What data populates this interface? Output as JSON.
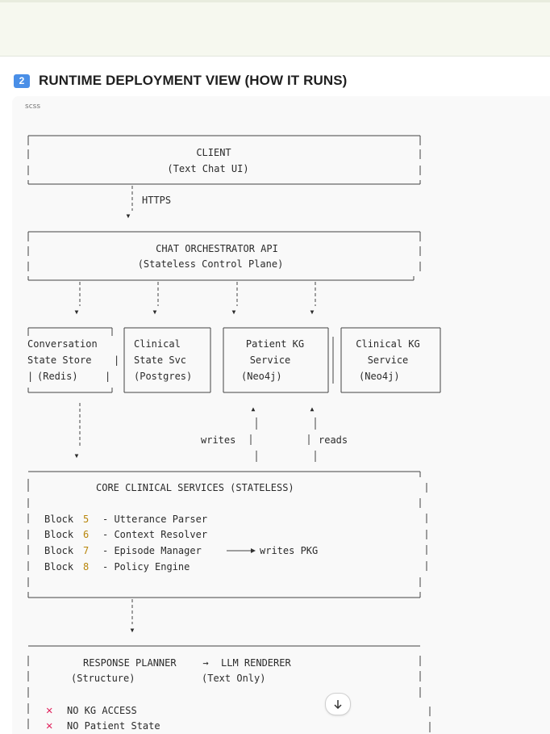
{
  "section": {
    "number": "2",
    "title": "RUNTIME DEPLOYMENT VIEW (HOW IT RUNS)"
  },
  "code": {
    "language": "scss"
  },
  "diagram": {
    "client": {
      "title": "CLIENT",
      "subtitle": "(Text Chat UI)"
    },
    "https_label": "HTTPS",
    "orchestrator": {
      "title": "CHAT ORCHESTRATOR API",
      "subtitle": "(Stateless Control Plane)"
    },
    "stores": [
      {
        "l1": "Conversation",
        "l2": "State Store",
        "l3": "(Redis)"
      },
      {
        "l1": "Clinical",
        "l2": "State Svc",
        "l3": "(Postgres)"
      },
      {
        "l1": "Patient KG",
        "l2": "Service",
        "l3": "(Neo4j)"
      },
      {
        "l1": "Clinical KG",
        "l2": "Service",
        "l3": "(Neo4j)"
      }
    ],
    "writes_label": "writes",
    "reads_label": "reads",
    "core": {
      "title": "CORE CLINICAL SERVICES (STATELESS)",
      "blocks": [
        {
          "word": "Block",
          "num": "5",
          "desc": "- Utterance Parser"
        },
        {
          "word": "Block",
          "num": "6",
          "desc": "- Context Resolver"
        },
        {
          "word": "Block",
          "num": "7",
          "desc": "- Episode Manager"
        },
        {
          "word": "Block",
          "num": "8",
          "desc": "- Policy Engine"
        }
      ],
      "episode_note": "writes PKG"
    },
    "planner": {
      "left_title": "RESPONSE PLANNER",
      "arrow": "→",
      "right_title": "LLM RENDERER",
      "left_sub": "(Structure)",
      "right_sub": "(Text Only)",
      "rules": [
        {
          "mark": "✕",
          "text": "NO KG ACCESS"
        },
        {
          "mark": "✕",
          "text": "NO Patient State"
        }
      ]
    }
  },
  "scroll_button_icon": "arrow-down-icon"
}
